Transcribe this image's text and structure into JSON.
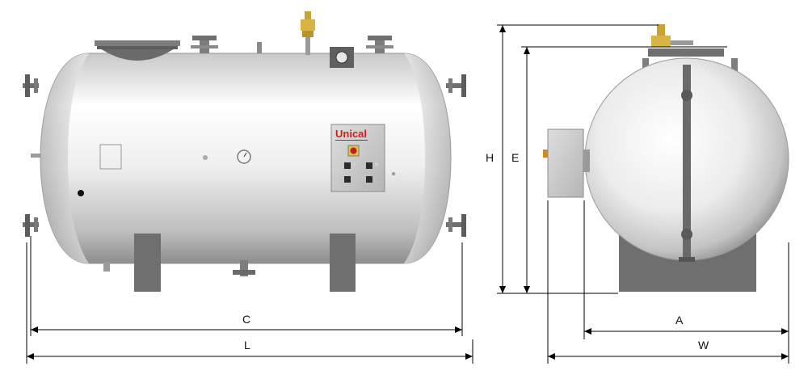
{
  "brand": {
    "name": "Unical",
    "tagline": "",
    "color": "#cc1f1f"
  },
  "dimensions": {
    "C": "C",
    "L": "L",
    "H": "H",
    "E": "E",
    "A": "A",
    "W": "W"
  },
  "colors": {
    "tank_body": "#e8e8e8",
    "tank_shadow": "#9a9a9a",
    "support": "#6f6f6f",
    "flange": "#7d7d7d",
    "panel": "#c9c9c9",
    "valve": "#c9a232",
    "dim_line": "#000000"
  }
}
